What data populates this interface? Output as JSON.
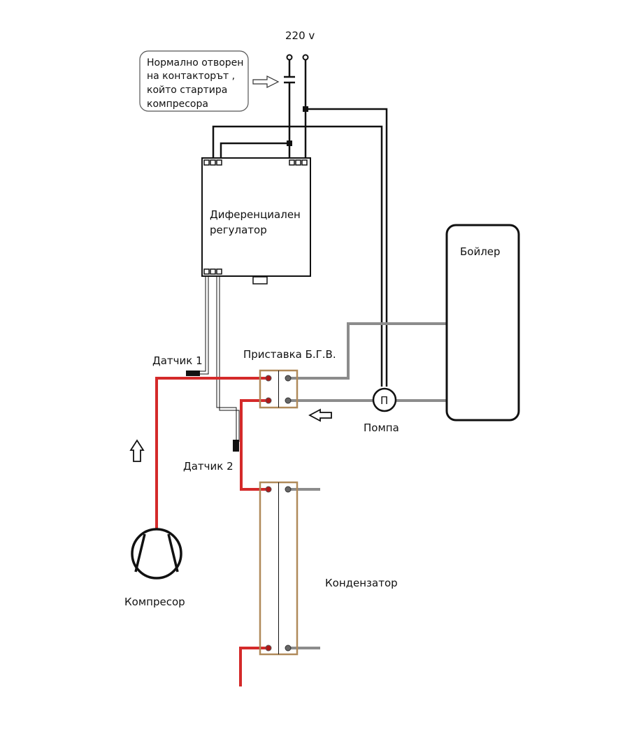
{
  "labels": {
    "voltage": "220 v",
    "note_line1": "Нормално отворен",
    "note_line2": "на контакторът ,",
    "note_line3": "който стартира",
    "note_line4": "компресора",
    "regulator_line1": "Диференциален",
    "regulator_line2": "регулатор",
    "boiler": "Бойлер",
    "attachment": "Приставка Б.Г.В.",
    "sensor1": "Датчик 1",
    "sensor2": "Датчик 2",
    "pump_symbol": "П",
    "pump": "Помпа",
    "compressor": "Компресор",
    "condenser": "Кондензатор"
  },
  "colors": {
    "refrigerant_line": "#d42a2a",
    "water_line": "#8c8c8c",
    "wire": "#111111",
    "heat_exchanger_frame": "#b08a5a",
    "note_border": "#555555"
  }
}
